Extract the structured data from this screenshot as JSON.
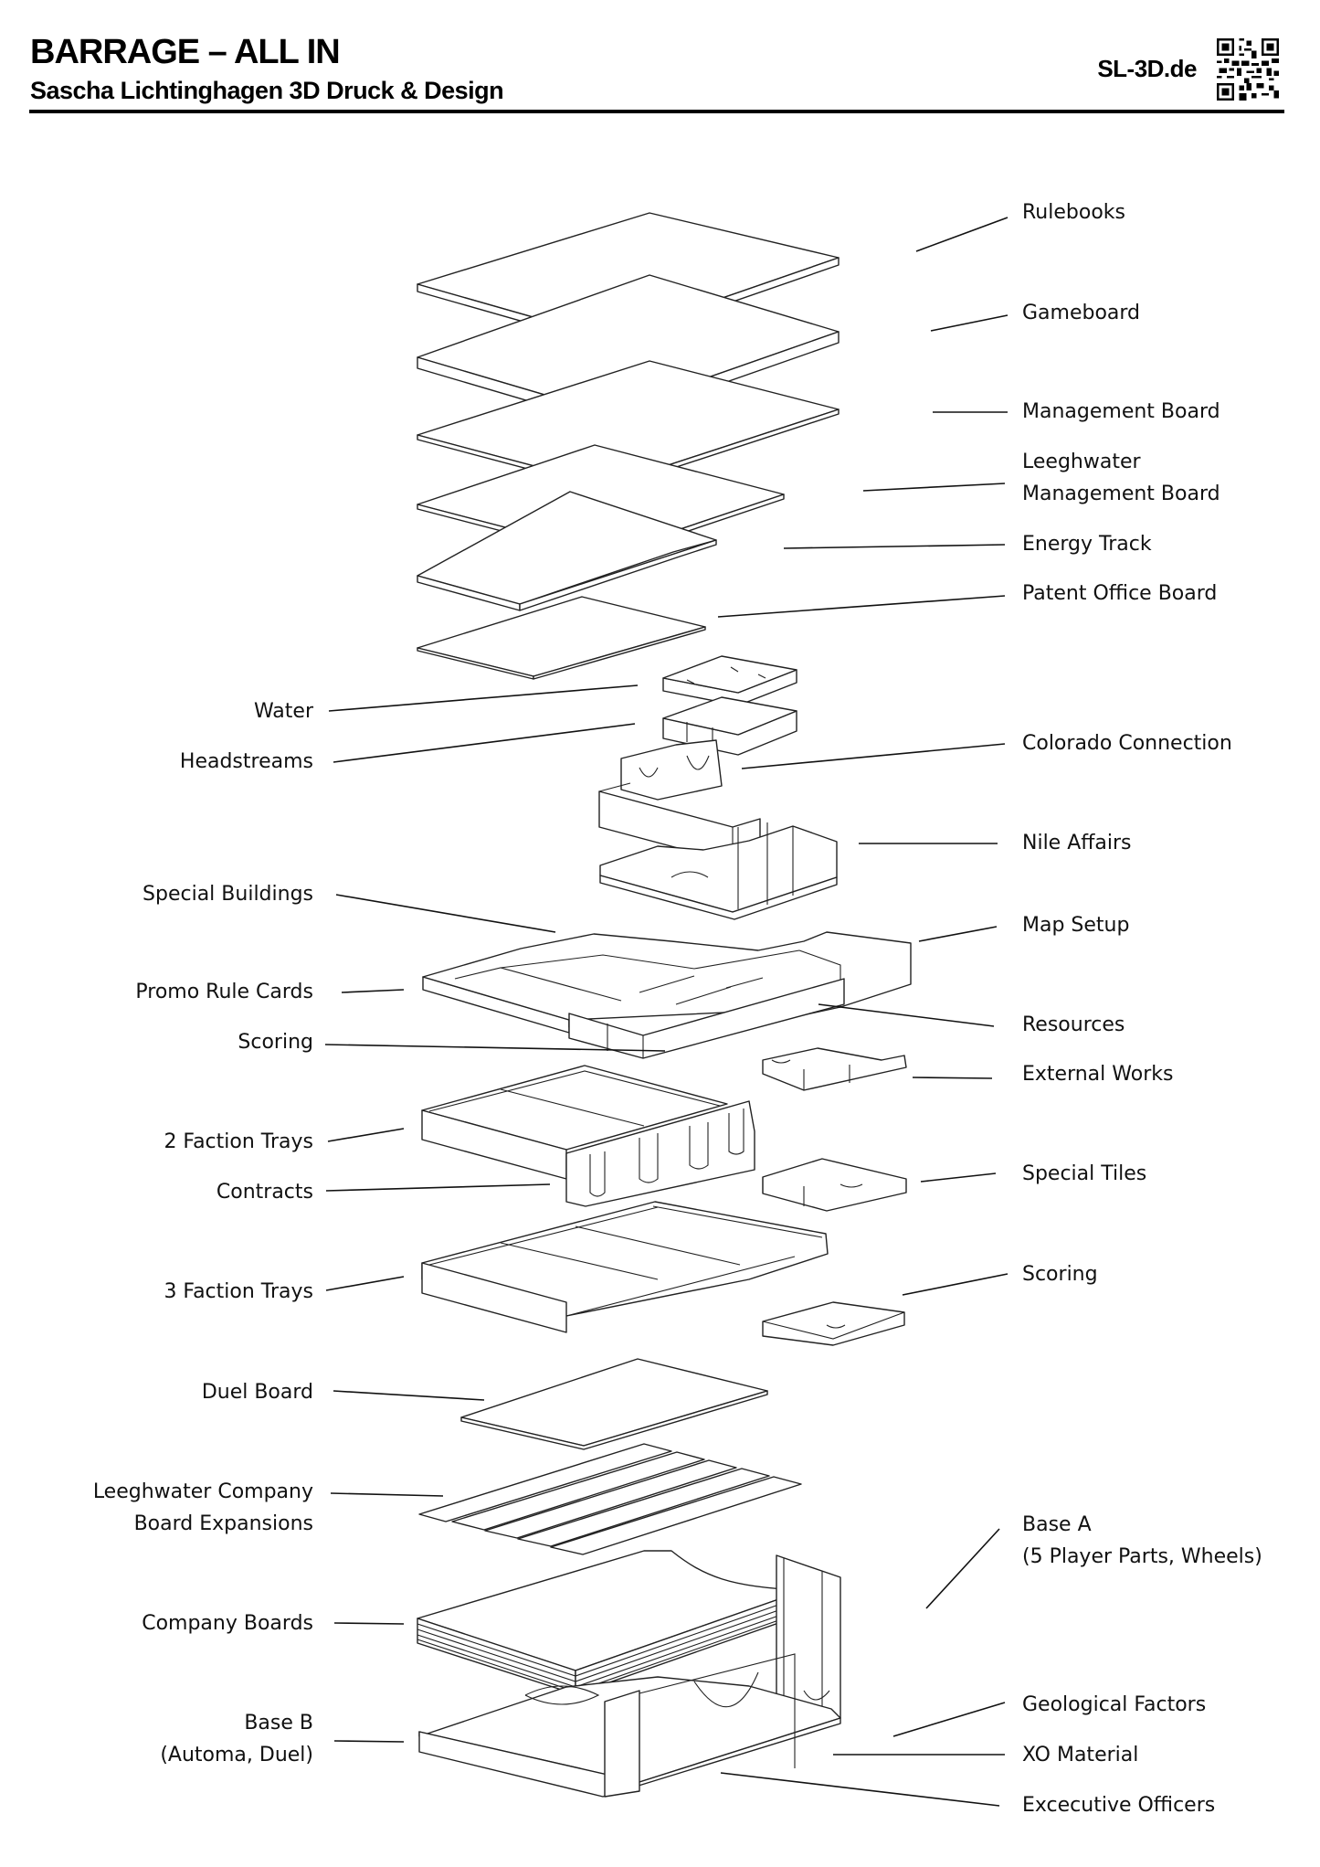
{
  "header": {
    "title": "BARRAGE – ALL IN",
    "subtitle": "Sascha Lichtinghagen 3D Druck & Design",
    "website": "SL-3D.de",
    "qr_icon": "qr-code-icon"
  },
  "labels_right": [
    {
      "id": "rulebooks",
      "lines": [
        "Rulebooks"
      ]
    },
    {
      "id": "gameboard",
      "lines": [
        "Gameboard"
      ]
    },
    {
      "id": "management-board",
      "lines": [
        "Management Board"
      ]
    },
    {
      "id": "leeghwater-management-board",
      "lines": [
        "Leeghwater",
        "Management Board"
      ]
    },
    {
      "id": "energy-track",
      "lines": [
        "Energy Track"
      ]
    },
    {
      "id": "patent-office-board",
      "lines": [
        "Patent Office Board"
      ]
    },
    {
      "id": "colorado-connection",
      "lines": [
        "Colorado Connection"
      ]
    },
    {
      "id": "nile-affairs",
      "lines": [
        "Nile Affairs"
      ]
    },
    {
      "id": "map-setup",
      "lines": [
        "Map Setup"
      ]
    },
    {
      "id": "resources",
      "lines": [
        "Resources"
      ]
    },
    {
      "id": "external-works",
      "lines": [
        "External Works"
      ]
    },
    {
      "id": "special-tiles",
      "lines": [
        "Special Tiles"
      ]
    },
    {
      "id": "scoring-right",
      "lines": [
        "Scoring"
      ]
    },
    {
      "id": "base-a",
      "lines": [
        "Base A",
        "(5 Player Parts, Wheels)"
      ]
    },
    {
      "id": "geological-factors",
      "lines": [
        "Geological Factors"
      ]
    },
    {
      "id": "xo-material",
      "lines": [
        "XO Material"
      ]
    },
    {
      "id": "executive-officers",
      "lines": [
        "Excecutive Officers"
      ]
    }
  ],
  "labels_left": [
    {
      "id": "water",
      "lines": [
        "Water"
      ]
    },
    {
      "id": "headstreams",
      "lines": [
        "Headstreams"
      ]
    },
    {
      "id": "special-buildings",
      "lines": [
        "Special Buildings"
      ]
    },
    {
      "id": "promo-rule-cards",
      "lines": [
        "Promo Rule Cards"
      ]
    },
    {
      "id": "scoring-left",
      "lines": [
        "Scoring"
      ]
    },
    {
      "id": "2-faction-trays",
      "lines": [
        "2 Faction Trays"
      ]
    },
    {
      "id": "contracts",
      "lines": [
        "Contracts"
      ]
    },
    {
      "id": "3-faction-trays",
      "lines": [
        "3 Faction Trays"
      ]
    },
    {
      "id": "duel-board",
      "lines": [
        "Duel Board"
      ]
    },
    {
      "id": "leeghwater-company-board-expansions",
      "lines": [
        "Leeghwater Company",
        "Board Expansions"
      ]
    },
    {
      "id": "company-boards",
      "lines": [
        "Company Boards"
      ]
    },
    {
      "id": "base-b",
      "lines": [
        "Base B",
        "(Automa, Duel)"
      ]
    }
  ]
}
